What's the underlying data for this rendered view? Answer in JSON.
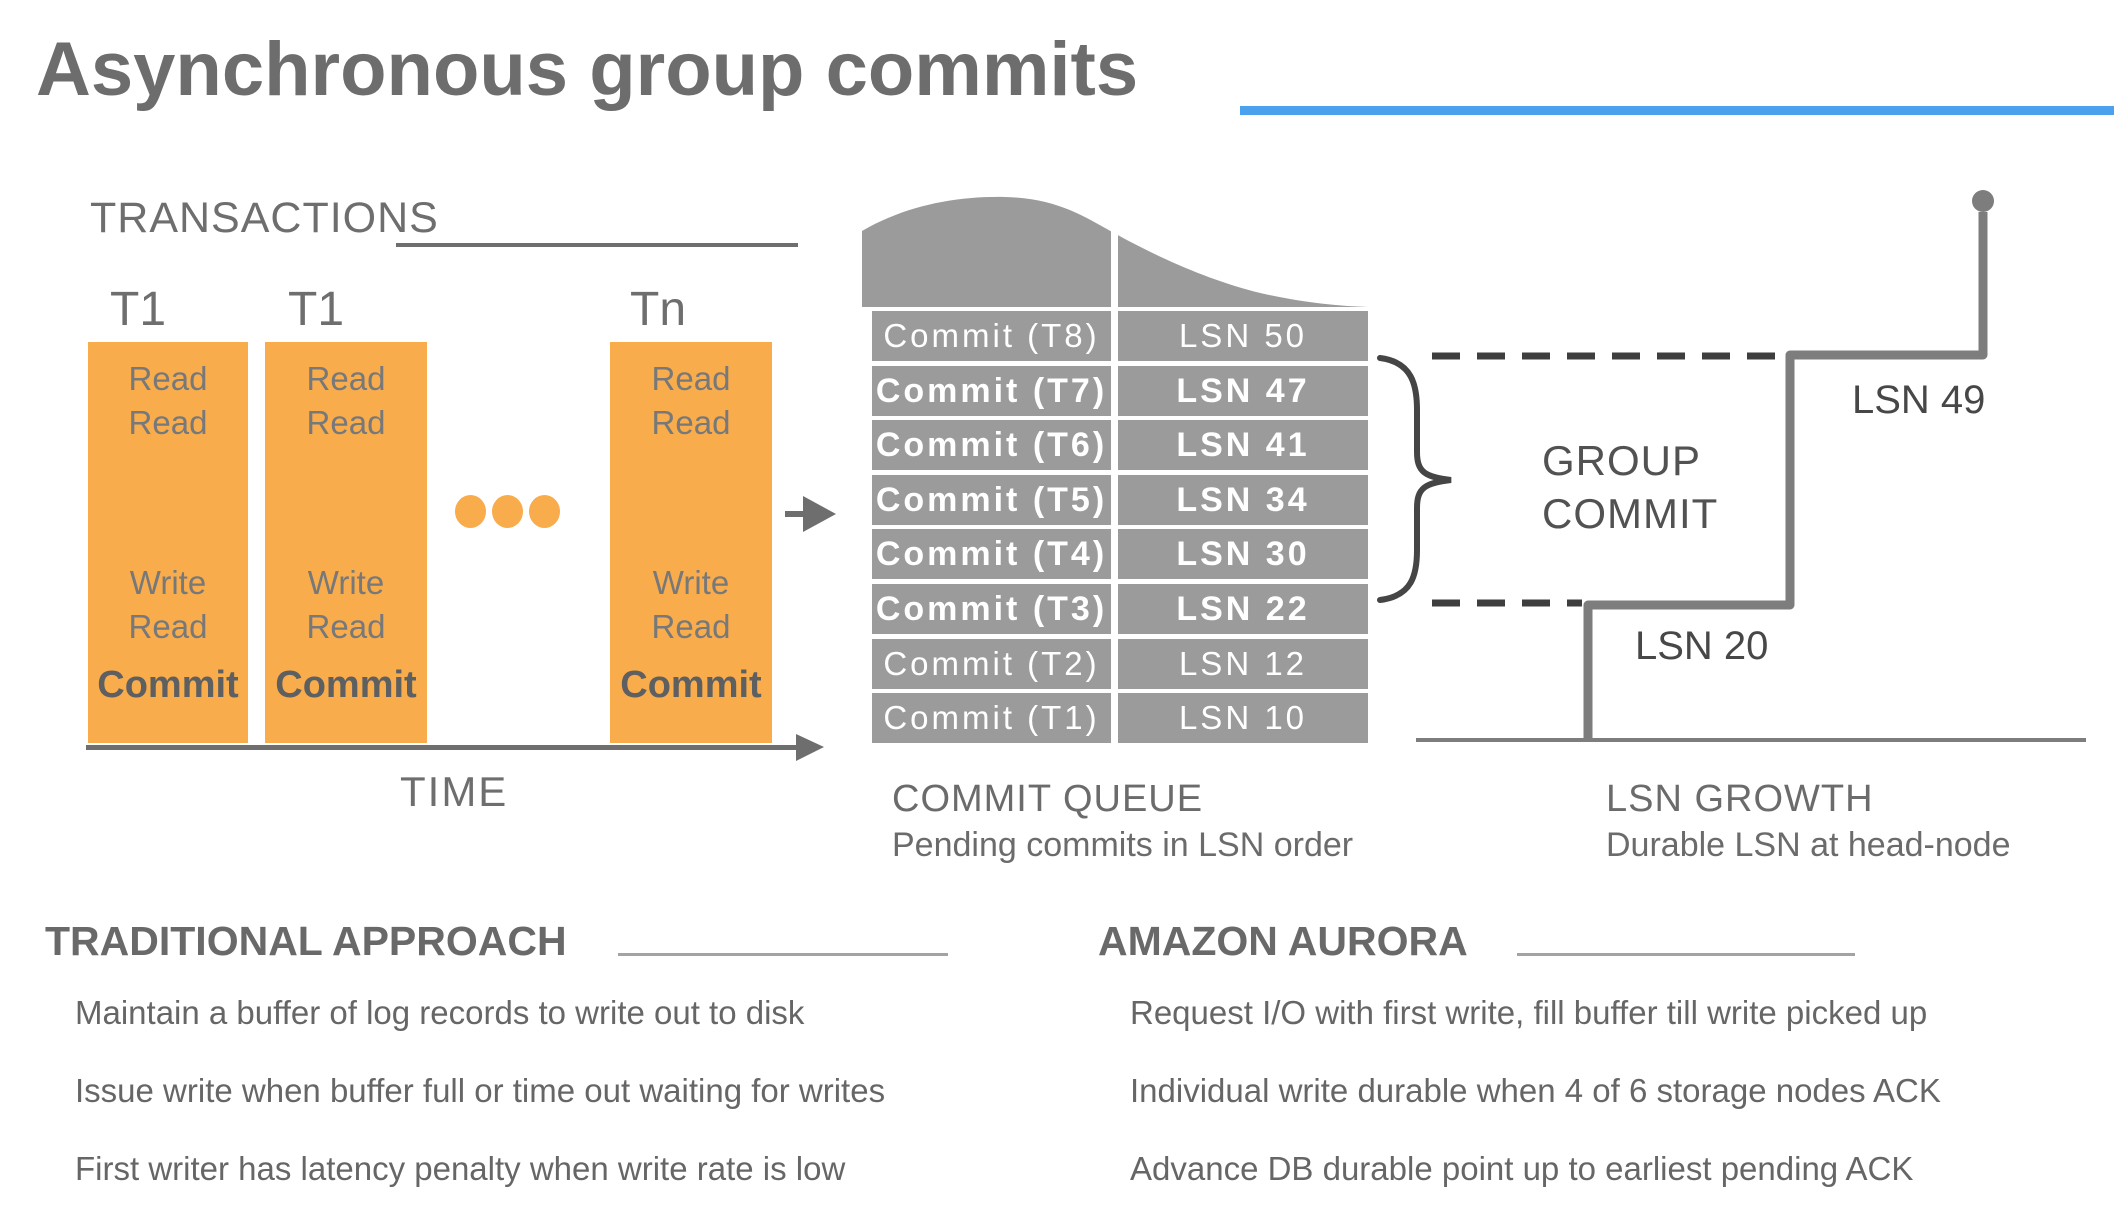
{
  "title": "Asynchronous group commits",
  "transactions": {
    "label": "TRANSACTIONS",
    "time_label": "TIME",
    "columns": [
      {
        "label": "T1",
        "lines_top": [
          "Read",
          "Read"
        ],
        "lines_bottom": [
          "Write",
          "Read"
        ],
        "commit_label": "Commit"
      },
      {
        "label": "T1",
        "lines_top": [
          "Read",
          "Read"
        ],
        "lines_bottom": [
          "Write",
          "Read"
        ],
        "commit_label": "Commit"
      },
      {
        "label": "Tn",
        "lines_top": [
          "Read",
          "Read"
        ],
        "lines_bottom": [
          "Write",
          "Read"
        ],
        "commit_label": "Commit"
      }
    ]
  },
  "commit_queue": {
    "label": "COMMIT QUEUE",
    "sublabel": "Pending commits in LSN order",
    "rows": [
      {
        "commit": "Commit (T8)",
        "lsn": "LSN 50",
        "bold": false
      },
      {
        "commit": "Commit (T7)",
        "lsn": "LSN 47",
        "bold": true
      },
      {
        "commit": "Commit (T6)",
        "lsn": "LSN 41",
        "bold": true
      },
      {
        "commit": "Commit (T5)",
        "lsn": "LSN 34",
        "bold": true
      },
      {
        "commit": "Commit (T4)",
        "lsn": "LSN 30",
        "bold": true
      },
      {
        "commit": "Commit (T3)",
        "lsn": "LSN 22",
        "bold": true
      },
      {
        "commit": "Commit (T2)",
        "lsn": "LSN 12",
        "bold": false
      },
      {
        "commit": "Commit (T1)",
        "lsn": "LSN 10",
        "bold": false
      }
    ]
  },
  "group_commit": {
    "line1": "GROUP",
    "line2": "COMMIT"
  },
  "lsn_growth": {
    "label": "LSN GROWTH",
    "sublabel": "Durable LSN at head-node",
    "annotation_top": "LSN 49",
    "annotation_bottom": "LSN 20"
  },
  "sections": [
    {
      "heading": "TRADITIONAL APPROACH",
      "bullets": [
        "Maintain a buffer of log records to write out to disk",
        "Issue write when buffer full or time out waiting for writes",
        "First writer has latency penalty when write rate is low"
      ]
    },
    {
      "heading": "AMAZON AURORA",
      "bullets": [
        "Request I/O with first write, fill buffer till write picked up",
        "Individual write durable when 4 of 6 storage nodes ACK",
        "Advance DB durable point up to earliest pending ACK"
      ]
    }
  ],
  "colors": {
    "orange": "#F8AC4B",
    "queue_gray": "#9B9B9B",
    "text_gray": "#6D6D6D",
    "dark_text": "#474747",
    "blue_accent": "#4BA1EB",
    "line_gray": "#7D7D7D"
  }
}
